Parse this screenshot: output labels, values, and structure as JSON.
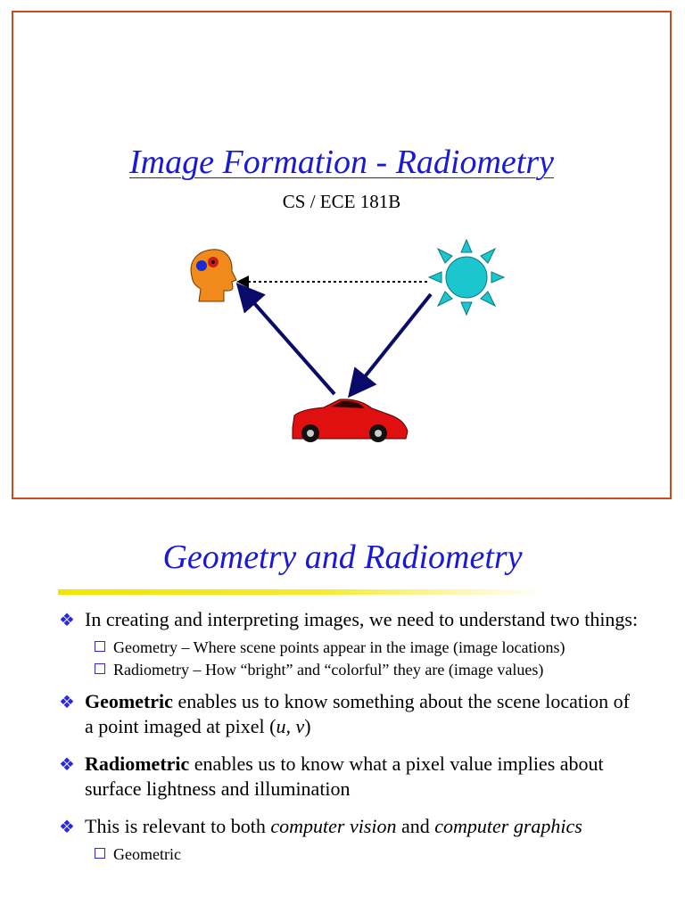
{
  "slide1": {
    "title": "Image Formation - Radiometry",
    "subtitle": "CS / ECE 181B"
  },
  "slide2": {
    "title": "Geometry and Radiometry",
    "bullets": {
      "b1_text": "In creating and interpreting images, we need to understand two things:",
      "b1_sub1": "Geometry – Where scene points appear in the image (image locations)",
      "b1_sub2": "Radiometry – How “bright” and “colorful” they are (image values)",
      "b2_bold": "Geometric",
      "b2_text": " enables us to know something about the scene location of a point imaged at pixel (",
      "b2_u": "u, v",
      "b2_end": ")",
      "b3_bold": "Radiometric",
      "b3_text": " enables us to know what a pixel value implies about surface lightness and illumination",
      "b4_a": "This is relevant to both ",
      "b4_i1": "computer vision",
      "b4_b": " and ",
      "b4_i2": "computer graphics",
      "b5_partial": "Geometric"
    }
  },
  "colors": {
    "title_blue": "#1a1ad6",
    "border_orange": "#c84a1e",
    "sun_cyan": "#1cc6cf",
    "car_red": "#e01010",
    "arrow_navy": "#0a0a6a",
    "head_orange": "#f08a1a"
  },
  "icons": [
    "head-icon",
    "sun-icon",
    "car-icon",
    "diamond-bullet-icon",
    "square-bullet-icon"
  ]
}
